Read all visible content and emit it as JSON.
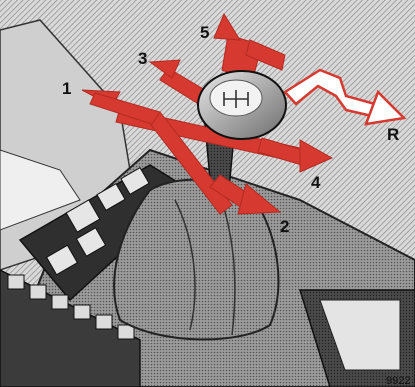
{
  "gear_labels": {
    "g1": "1",
    "g2": "2",
    "g3": "3",
    "g4": "4",
    "g5": "5",
    "reverse": "R"
  },
  "figure_ref": "9922",
  "colors": {
    "forward_arrows": "#d6392f",
    "reverse_arrow": "#ffffff",
    "arrow_outline": "#b42a22",
    "background_hatch": "#9a9a9a",
    "console": "#3a3a3a",
    "boot": "#6b6b6b"
  }
}
